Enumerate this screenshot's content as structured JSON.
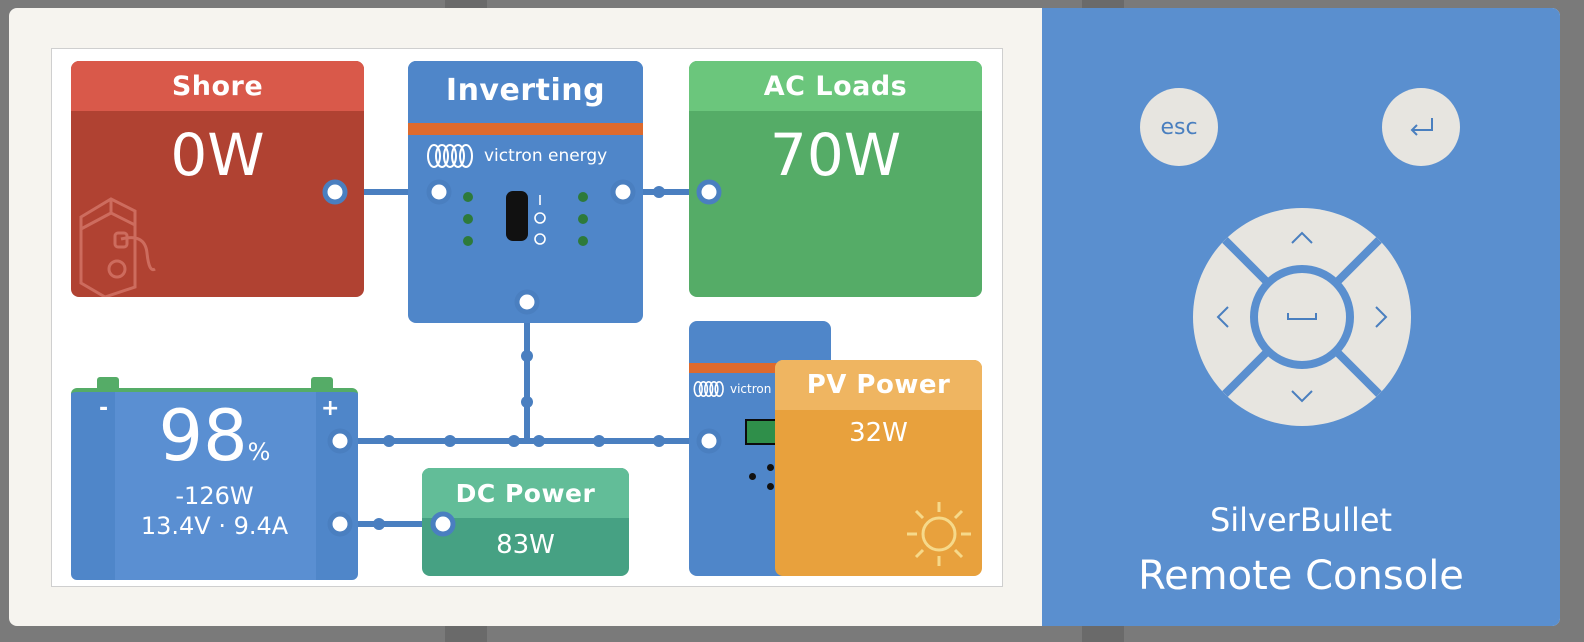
{
  "app": {
    "device_name": "SilverBullet",
    "title": "Remote Console"
  },
  "tiles": {
    "shore": {
      "title": "Shore",
      "value": "0W"
    },
    "inverter": {
      "title": "Inverting",
      "brand": "victron energy"
    },
    "ac_loads": {
      "title": "AC Loads",
      "value": "70W"
    },
    "battery": {
      "soc": "98",
      "soc_unit": "%",
      "power": "-126W",
      "voltage_current": "13.4V · 9.4A",
      "neg": "-",
      "pos": "+"
    },
    "dc_power": {
      "title": "DC Power",
      "value": "83W"
    },
    "charger": {
      "brand": "victron"
    },
    "pv_power": {
      "title": "PV Power",
      "value": "32W"
    }
  },
  "controls": {
    "esc_label": "esc",
    "enter_icon": "return-arrow-icon",
    "dpad": [
      "up-arrow-icon",
      "down-arrow-icon",
      "left-arrow-icon",
      "right-arrow-icon",
      "space-bar-icon"
    ]
  },
  "colors": {
    "shore": "#b04232",
    "shore_head": "#d9594a",
    "inverter": "#4f86c9",
    "inverter_stripe": "#dd6a2d",
    "ac_loads": "#55ac67",
    "ac_head": "#6bc67c",
    "battery": "#4f86c9",
    "dc_power": "#46a183",
    "dc_head": "#62bd98",
    "pv": "#e8a13d",
    "pv_head": "#efb561",
    "console_side": "#5a8fcf",
    "line": "#4a7fc0"
  }
}
